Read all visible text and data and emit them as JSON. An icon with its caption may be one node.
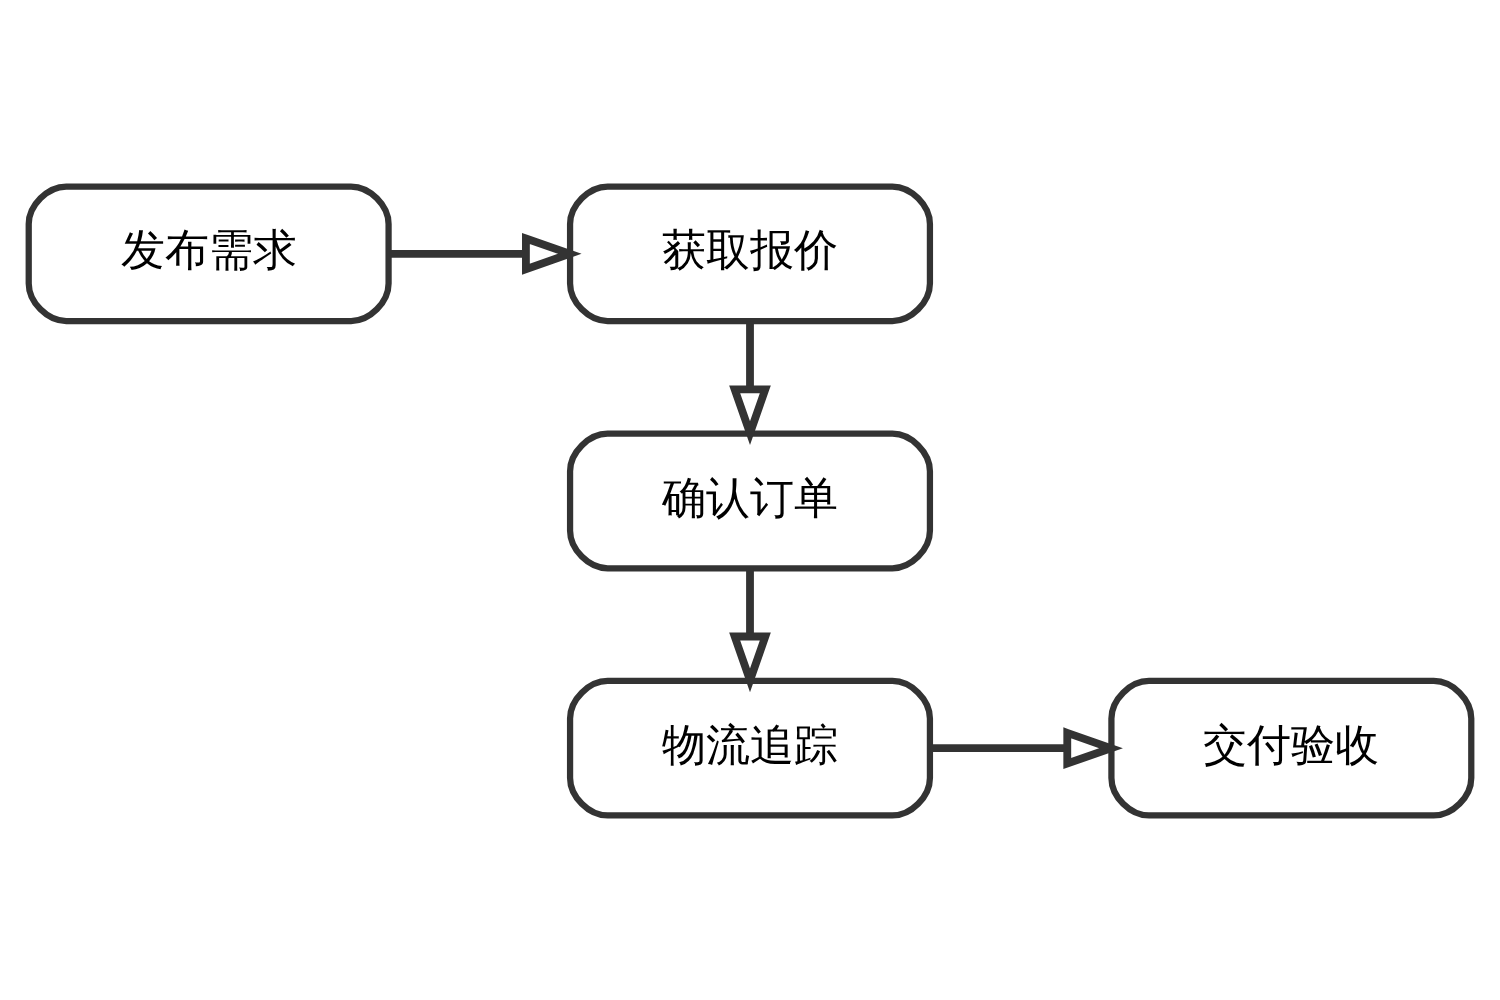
{
  "diagram": {
    "nodes": [
      {
        "text": [
          "发布需求"
        ]
      },
      {
        "text": [
          "获取报价"
        ]
      },
      {
        "text": [
          "确认订单"
        ]
      },
      {
        "text": [
          "物流追踪"
        ]
      },
      {
        "text": [
          "交付验收"
        ]
      }
    ],
    "edges": [
      {
        "from": 0,
        "to": 1,
        "arrow": "to"
      },
      {
        "from": 1,
        "to": 2,
        "arrow": "to"
      },
      {
        "from": 2,
        "to": 3,
        "arrow": "to"
      },
      {
        "from": 3,
        "to": 4,
        "arrow": "to"
      }
    ]
  }
}
